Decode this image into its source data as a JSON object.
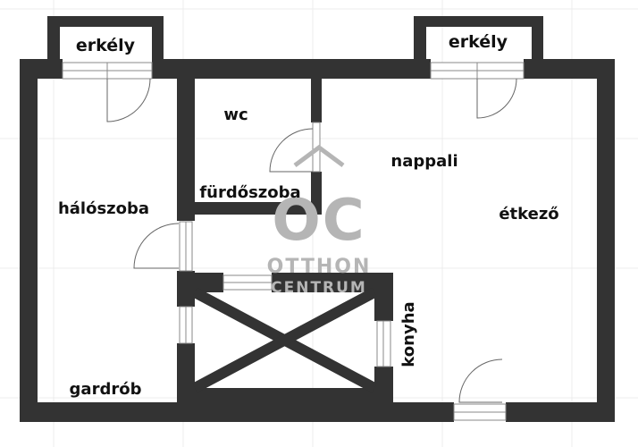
{
  "rooms": {
    "balcony_left": "erkély",
    "balcony_right": "erkély",
    "wc": "wc",
    "bathroom": "fürdőszoba",
    "living_room": "nappali",
    "bedroom": "hálószoba",
    "dining": "étkező",
    "kitchen": "konyha",
    "wardrobe": "gardrób"
  },
  "watermark": {
    "logo": "OC",
    "line1": "OTTHON",
    "line2": "CENTRUM"
  },
  "colors": {
    "wall": "#333333",
    "background": "#ffffff",
    "grid": "#ececec",
    "watermark": "#b5b5b5"
  }
}
